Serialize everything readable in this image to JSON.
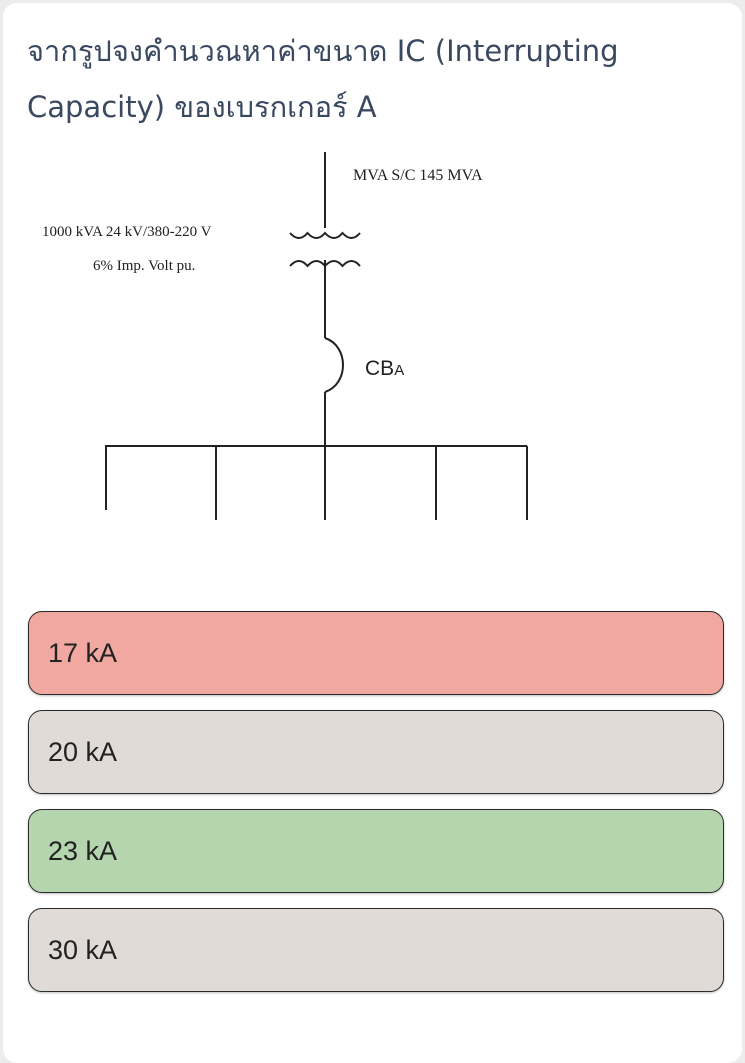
{
  "question": {
    "text": "จากรูปจงคำนวณหาค่าขนาด IC (Interrupting Capacity) ของเบรกเกอร์ A"
  },
  "diagram": {
    "source_label": "MVA  S/C 145 MVA",
    "transformer_label": "1000 kVA   24 kV/380-220 V",
    "impedance_label": "6% Imp. Volt pu.",
    "breaker_label_main": "CB",
    "breaker_label_sub": "A"
  },
  "options": [
    {
      "label": "17 kA",
      "state": "wrong"
    },
    {
      "label": "20 kA",
      "state": "neutral"
    },
    {
      "label": "23 kA",
      "state": "correct"
    },
    {
      "label": "30 kA",
      "state": "neutral"
    }
  ],
  "colors": {
    "wrong": "#f0a8a0",
    "neutral": "#e0dbd7",
    "correct": "#b4d5ae",
    "question_text": "#3a4860"
  }
}
